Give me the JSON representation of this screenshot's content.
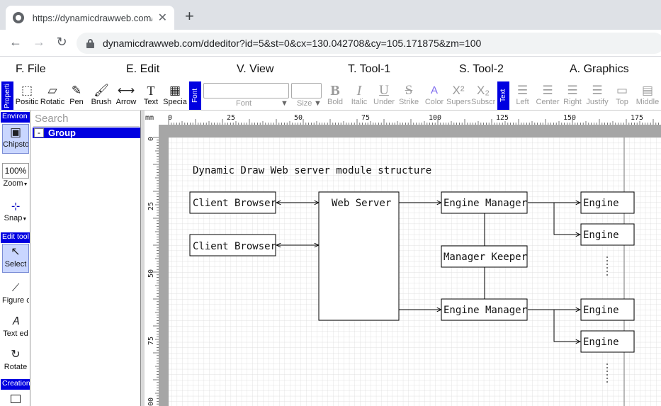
{
  "browser": {
    "tab_title": "https://dynamicdrawweb.com/dd",
    "url": "dynamicdrawweb.com/ddeditor?id=5&st=0&cx=130.042708&cy=105.171875&zm=100"
  },
  "menu": [
    "F. File",
    "E. Edit",
    "V. View",
    "T. Tool-1",
    "S. Tool-2",
    "A. Graphics"
  ],
  "toolbar": {
    "properties_tag": "Properti",
    "font_tag": "Font",
    "text_tag": "Text",
    "tools": [
      {
        "label": "Positic",
        "icon": "position-icon"
      },
      {
        "label": "Rotatic",
        "icon": "rotation-icon"
      },
      {
        "label": "Pen",
        "icon": "pen-icon"
      },
      {
        "label": "Brush",
        "icon": "brush-icon"
      },
      {
        "label": "Arrow",
        "icon": "arrow-icon"
      },
      {
        "label": "Text",
        "icon": "text-icon"
      },
      {
        "label": "Specia",
        "icon": "special-icon"
      }
    ],
    "font_label": "Font",
    "size_label": "Size",
    "font_tools": [
      {
        "label": "Bold",
        "glyph": "B"
      },
      {
        "label": "Italic",
        "glyph": "I"
      },
      {
        "label": "Under",
        "glyph": "U"
      },
      {
        "label": "Strike",
        "glyph": "S"
      },
      {
        "label": "Color",
        "glyph": "A"
      },
      {
        "label": "Supers",
        "glyph": "X²"
      },
      {
        "label": "Subscr",
        "glyph": "X₂"
      }
    ],
    "align_tools": [
      "Left",
      "Center",
      "Right",
      "Justify",
      "Top",
      "Middle"
    ]
  },
  "left_panel": {
    "environment_tag": "Environ",
    "chipstock_label": "Chipsto",
    "zoom_value": "100%",
    "zoom_label": "Zoom",
    "snap_label": "Snap",
    "edit_tag": "Edit tool",
    "select_label": "Select",
    "figure_label": "Figure c",
    "text_edit_label": "Text ed",
    "rotate_label": "Rotate",
    "creation_tag": "Creation"
  },
  "tree": {
    "search_placeholder": "Search",
    "toggle": "-",
    "group_label": "Group"
  },
  "ruler": {
    "unit": "mm",
    "h_ticks": [
      "0",
      "25",
      "50",
      "75",
      "100",
      "125",
      "150",
      "175"
    ],
    "v_ticks": [
      "0",
      "25",
      "50",
      "75",
      "00"
    ]
  },
  "diagram": {
    "title": "Dynamic Draw Web server module structure",
    "nodes": {
      "client1": "Client Browser",
      "client2": "Client Browser",
      "server": "Web Server",
      "manager1": "Engine Manager",
      "keeper": "Manager Keeper",
      "manager2": "Engine Manager",
      "engine1": "Engine",
      "engine2": "Engine",
      "engine3": "Engine",
      "engine4": "Engine"
    }
  }
}
